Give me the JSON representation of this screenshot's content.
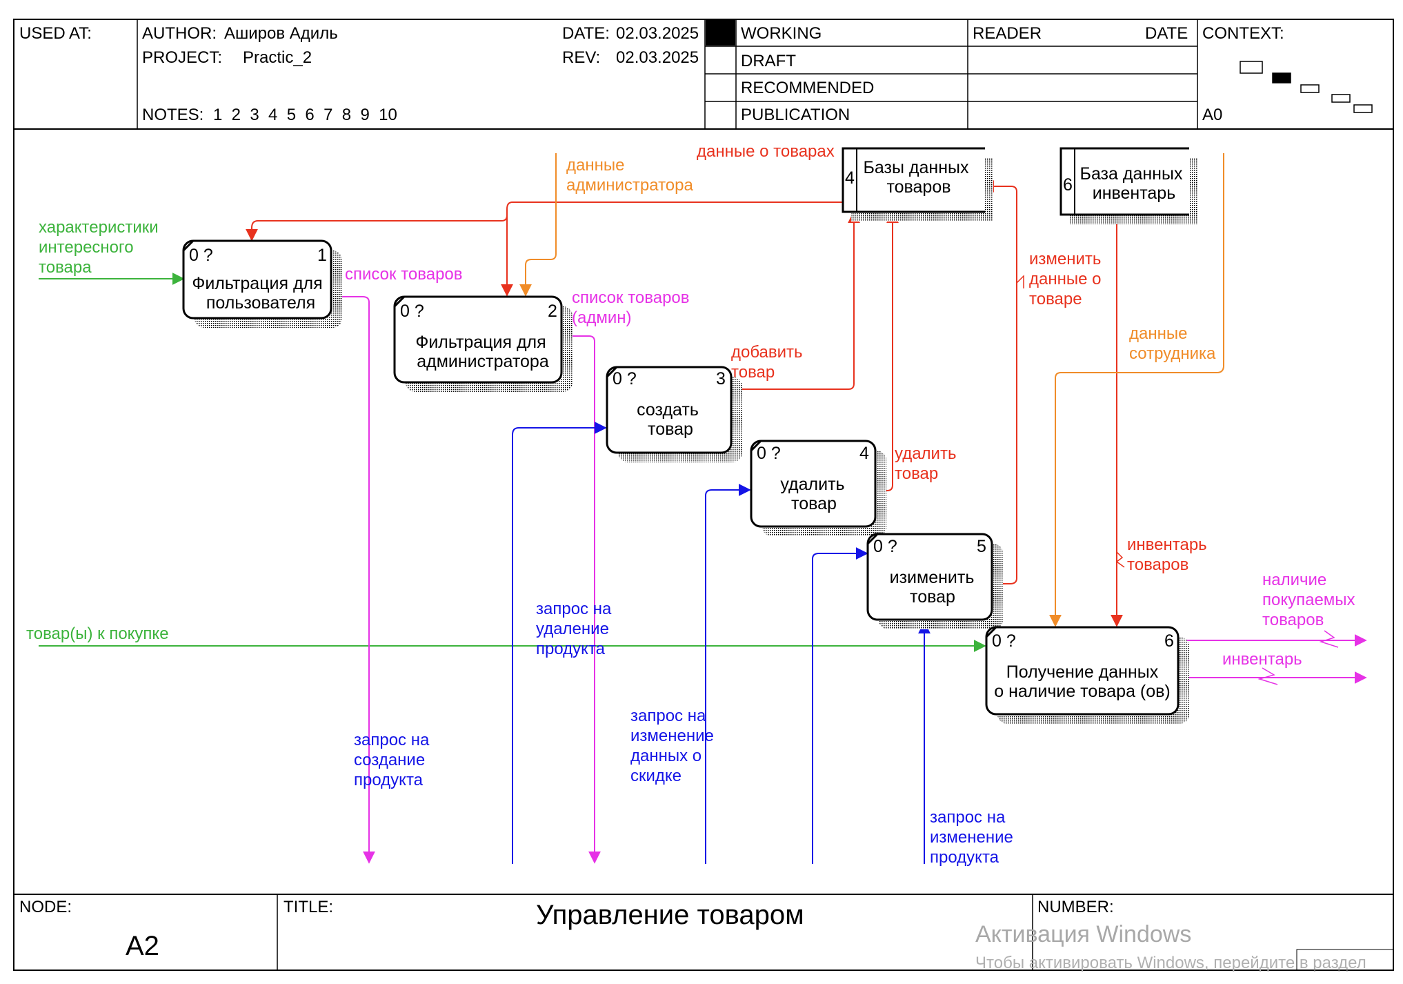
{
  "header": {
    "used_at": "USED AT:",
    "author_label": "AUTHOR:",
    "author": "Аширов Адиль",
    "project_label": "PROJECT:",
    "project": "Practic_2",
    "notes_label": "NOTES:",
    "notes": "1  2  3  4  5  6  7  8  9  10",
    "date_label": "DATE:",
    "date": "02.03.2025",
    "rev_label": "REV:",
    "rev": "02.03.2025",
    "status": [
      "WORKING",
      "DRAFT",
      "RECOMMENDED",
      "PUBLICATION"
    ],
    "reader": "READER",
    "reader_date": "DATE",
    "context_label": "CONTEXT:",
    "context_node": "A0"
  },
  "footer": {
    "node_label": "NODE:",
    "node": "A2",
    "title_label": "TITLE:",
    "title": "Управление товаром",
    "number_label": "NUMBER:"
  },
  "watermark": {
    "line1": "Активация Windows",
    "line2": "Чтобы активировать Windows, перейдите в раздел"
  },
  "activities": [
    {
      "id": "1",
      "cost": "0 ?",
      "line1": "Фильтрация для",
      "line2": "пользователя"
    },
    {
      "id": "2",
      "cost": "0 ?",
      "line1": "Фильтрация для",
      "line2": "администратора"
    },
    {
      "id": "3",
      "cost": "0 ?",
      "line1": "создать",
      "line2": "товар"
    },
    {
      "id": "4",
      "cost": "0 ?",
      "line1": "удалить",
      "line2": "товар"
    },
    {
      "id": "5",
      "cost": "0 ?",
      "line1": "изименить",
      "line2": "товар"
    },
    {
      "id": "6",
      "cost": "0 ?",
      "line1": "Получение данных",
      "line2": "о наличие товара (ов)"
    }
  ],
  "datastores": [
    {
      "id": "4",
      "line1": "Базы данных",
      "line2": "товаров"
    },
    {
      "id": "6",
      "line1": "База данных",
      "line2": "инвентарь"
    }
  ],
  "labels": {
    "char_1": "характеристики",
    "char_2": "интересного",
    "char_3": "товара",
    "goods_to_buy": "товар(ы) к покупке",
    "goods_data": "данные о товарах",
    "admin_data_1": "данные",
    "admin_data_2": "администратора",
    "goods_list": "список товаров",
    "goods_list_admin_1": "список товаров",
    "goods_list_admin_2": "(админ)",
    "add_item_1": "добавить",
    "add_item_2": "товар",
    "delete_item_1": "удалить",
    "delete_item_2": "товар",
    "change_data_1": "изменить",
    "change_data_2": "данные о",
    "change_data_3": "товаре",
    "employee_data_1": "данные",
    "employee_data_2": "сотрудника",
    "inventory_1": "инвентарь",
    "inventory_2": "товаров",
    "availability_1": "наличие",
    "availability_2": "покупаемых",
    "availability_3": "товаров",
    "inventory_out": "инвентарь",
    "req_delete_1": "запрос на",
    "req_delete_2": "удаление",
    "req_delete_3": "продукта",
    "req_create_1": "запрос на",
    "req_create_2": "создание",
    "req_create_3": "продукта",
    "req_discount_1": "запрос на",
    "req_discount_2": "изменение",
    "req_discount_3": "данных о",
    "req_discount_4": "скидке",
    "req_change_1": "запрос на",
    "req_change_2": "изменение",
    "req_change_3": "продукта"
  },
  "colors": {
    "input": "#3cb33c",
    "control_red": "#e8321e",
    "control_orange": "#f08c28",
    "output": "#e632e6",
    "request": "#1414e6",
    "box_fill": "#ffffff",
    "border": "#000000"
  }
}
